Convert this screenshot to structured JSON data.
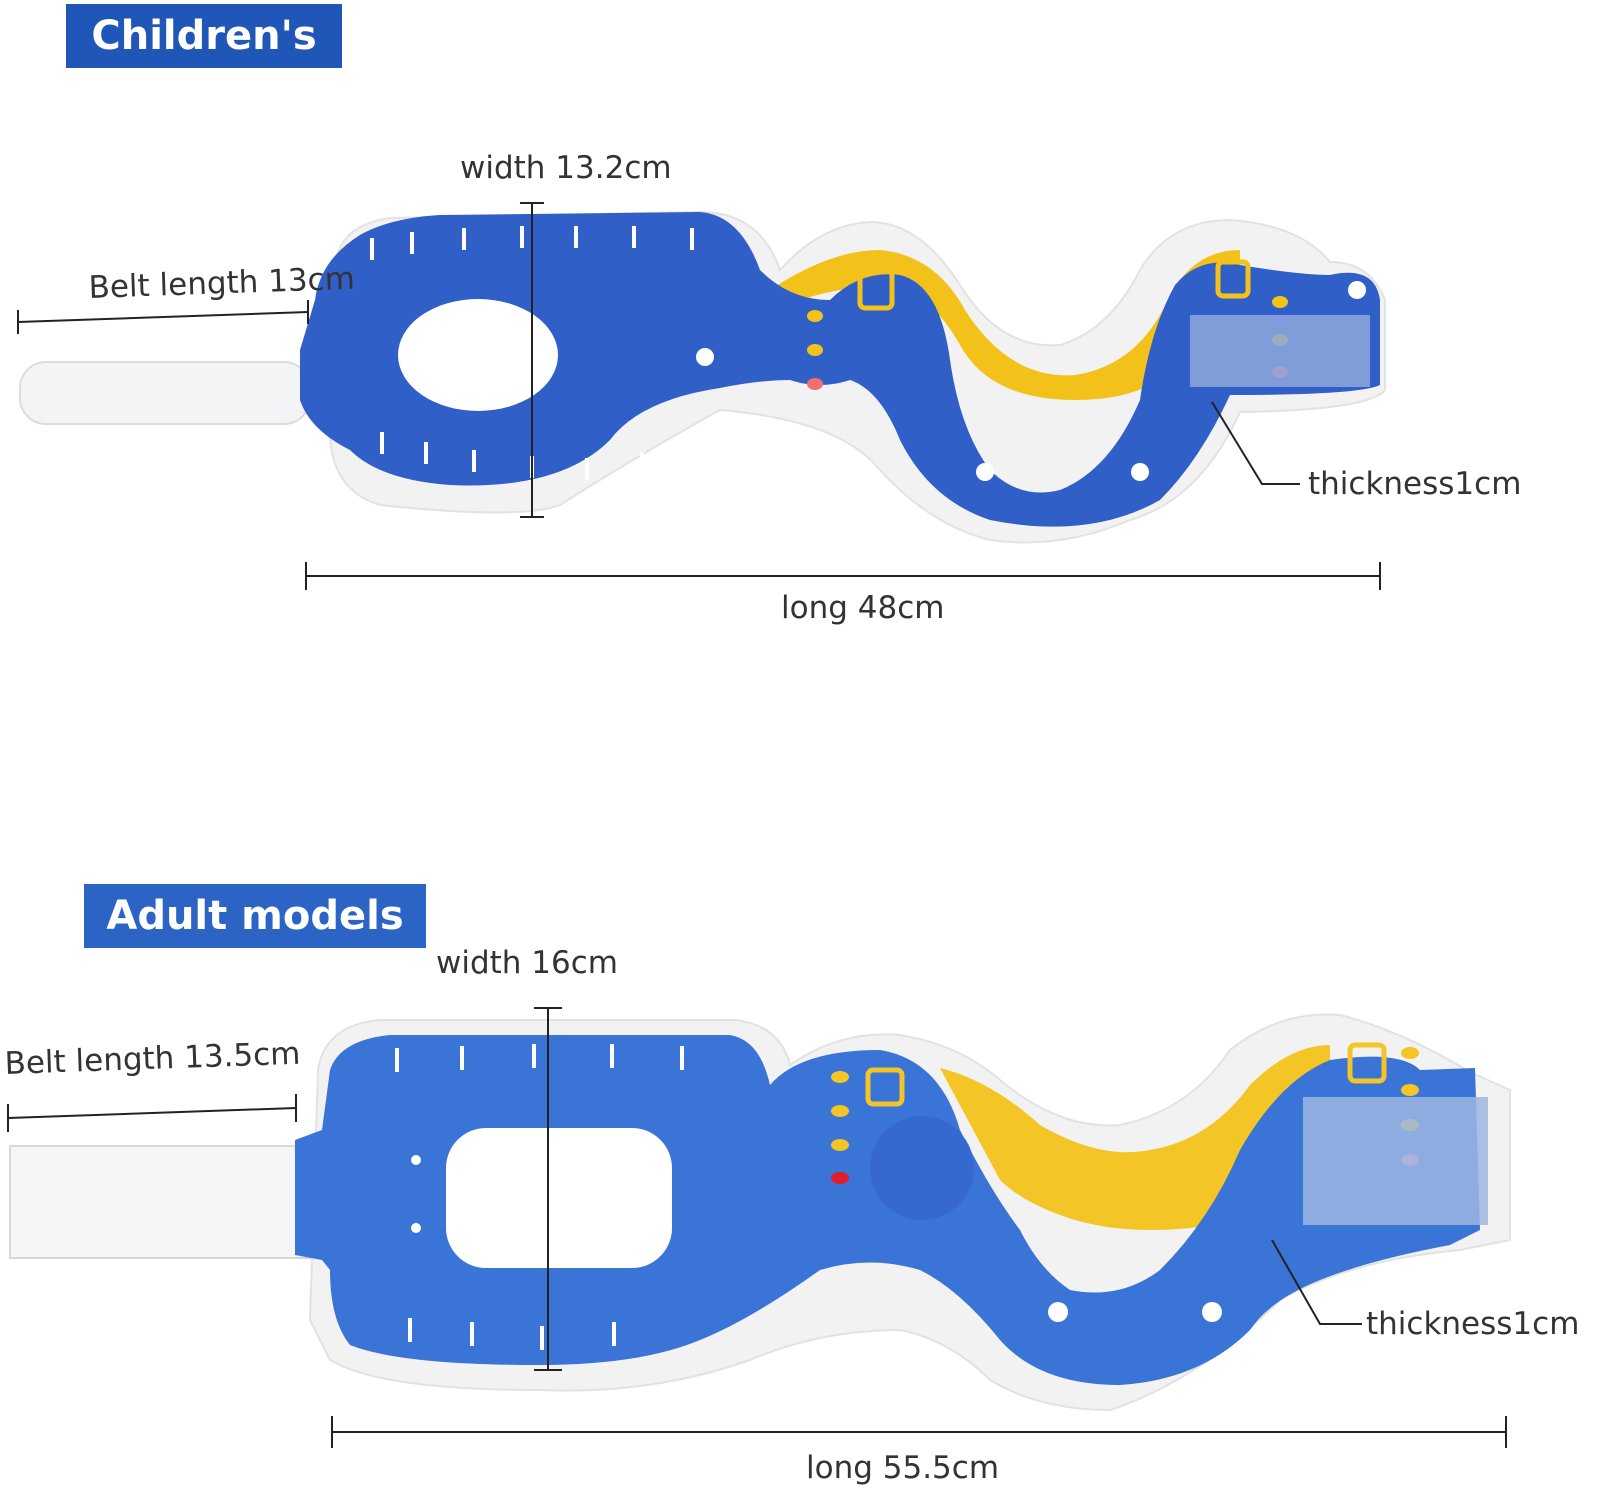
{
  "colors": {
    "label_bg": "#1f56b8",
    "brace_blue": "#2f5fc7",
    "brace_blue_light": "#3a74d6",
    "foam": "#f3f3f3",
    "yellow": "#f3c21a",
    "line": "#222222"
  },
  "children": {
    "label": "Children's",
    "width_text": "width 13.2cm",
    "belt_text": "Belt length 13cm",
    "thickness_text": "thickness1cm",
    "long_text": "long 48cm"
  },
  "adult": {
    "label": "Adult models",
    "width_text": "width 16cm",
    "belt_text": "Belt length 13.5cm",
    "thickness_text": "thickness1cm",
    "long_text": "long 55.5cm"
  }
}
